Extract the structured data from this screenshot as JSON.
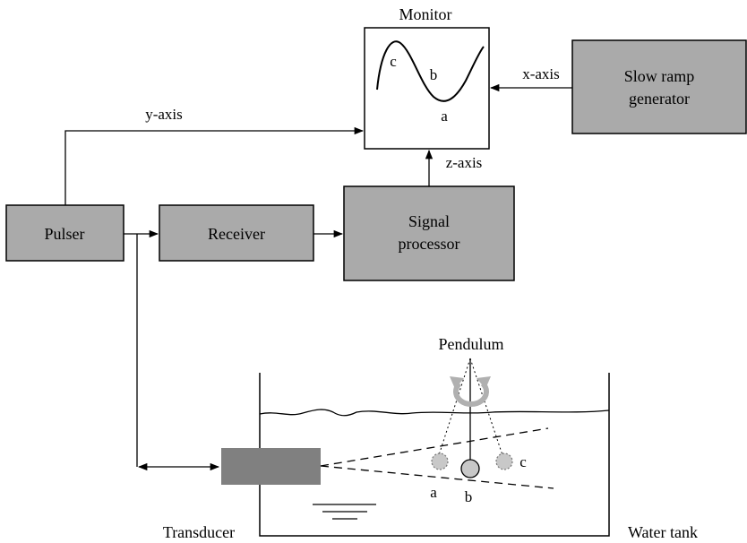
{
  "blocks": {
    "monitor": "Monitor",
    "ramp_line1": "Slow ramp",
    "ramp_line2": "generator",
    "pulser": "Pulser",
    "receiver": "Receiver",
    "signal_line1": "Signal",
    "signal_line2": "processor",
    "transducer": "Transducer",
    "water_tank": "Water tank",
    "pendulum": "Pendulum"
  },
  "axes": {
    "x": "x-axis",
    "y": "y-axis",
    "z": "z-axis"
  },
  "trace_points": {
    "a": "a",
    "b": "b",
    "c": "c"
  },
  "bob_positions": {
    "a": "a",
    "b": "b",
    "c": "c"
  },
  "colors": {
    "block_fill": "#aaaaaa",
    "transducer_fill": "#808080",
    "bob_dashed_fill": "#c8c8c8",
    "swing_arrow": "#b0b0b0"
  }
}
